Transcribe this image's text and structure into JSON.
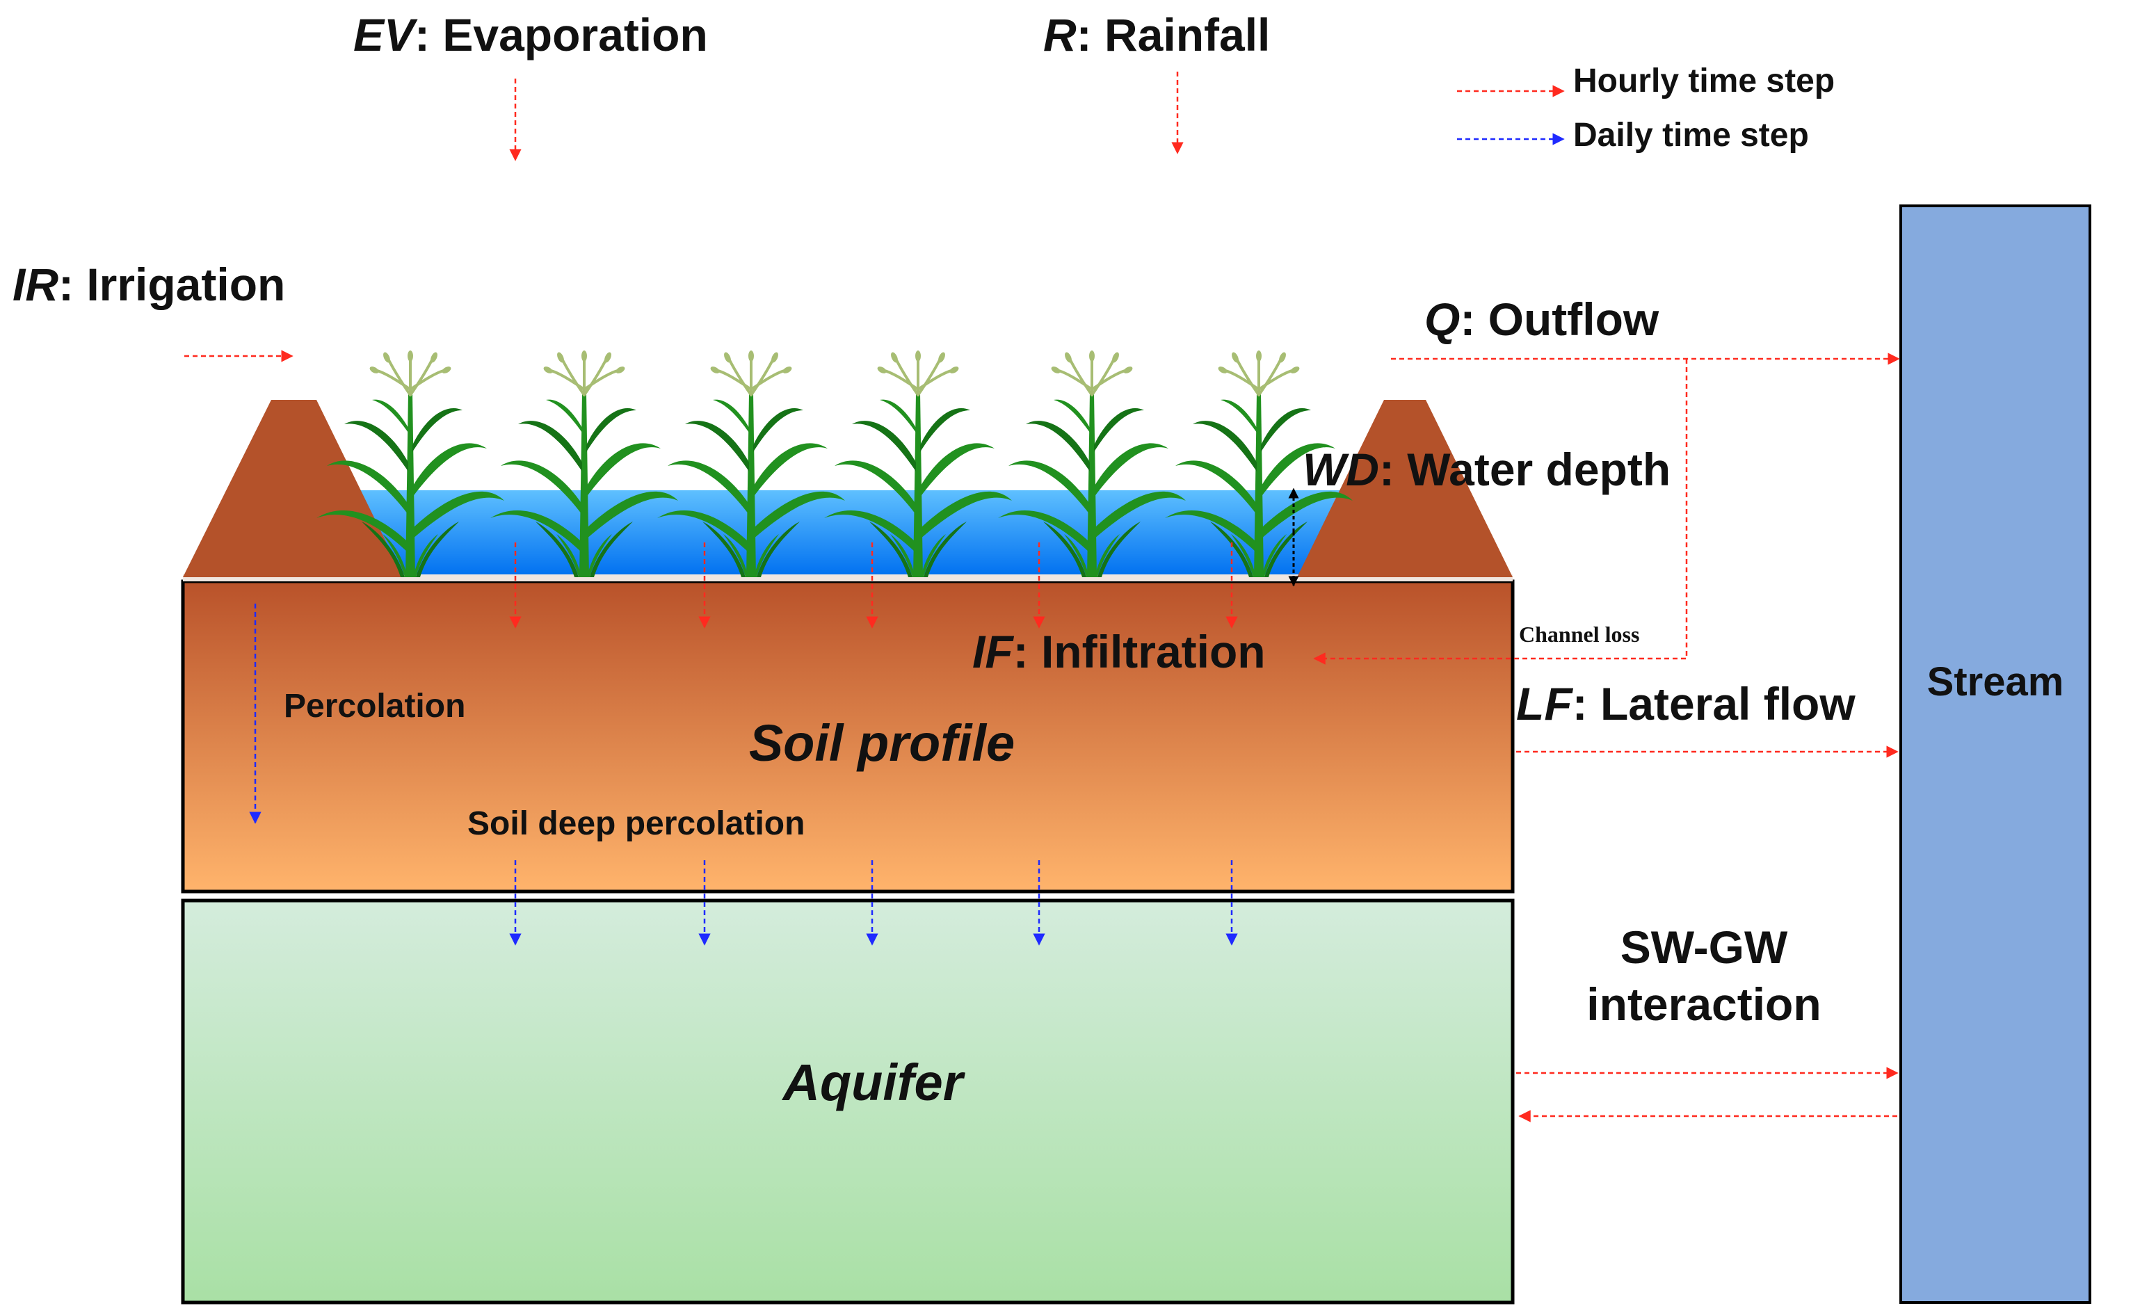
{
  "colors": {
    "hourly": "#ff2a1f",
    "daily": "#1f2aff",
    "stream": "#85aade",
    "water_top": "#5fc0ff",
    "water_bottom": "#0070f0",
    "soil_top": "#b9522a",
    "soil_bottom": "#ffb46c",
    "aquifer_top": "#d4ecdc",
    "aquifer_bottom": "#a9e0a5",
    "levee": "#b4522a",
    "plant": "#21911f",
    "plant_dark": "#157316",
    "tassel": "#a7bd73"
  },
  "legend": {
    "hourly": "Hourly time step",
    "daily": "Daily time step"
  },
  "labels": {
    "ev_abbr": "EV",
    "ev_text": ": Evaporation",
    "r_abbr": "R",
    "r_text": ":  Rainfall",
    "ir_abbr": "IR",
    "ir_text": ": Irrigation",
    "q_abbr": "Q",
    "q_text": ": Outflow",
    "wd_abbr": "WD",
    "wd_text": ": Water depth",
    "if_abbr": "IF",
    "if_text": ": Infiltration",
    "lf_abbr": "LF",
    "lf_text": ": Lateral flow",
    "channel_loss": "Channel loss",
    "percolation": "Percolation",
    "soil_profile": "Soil profile",
    "soil_deep_percolation": "Soil deep percolation",
    "aquifer": "Aquifer",
    "sw_gw_line1": "SW-GW",
    "sw_gw_line2": "interaction",
    "stream": "Stream"
  },
  "icons": {
    "crop": "maize-plant-icon",
    "levee": "levee-icon"
  }
}
